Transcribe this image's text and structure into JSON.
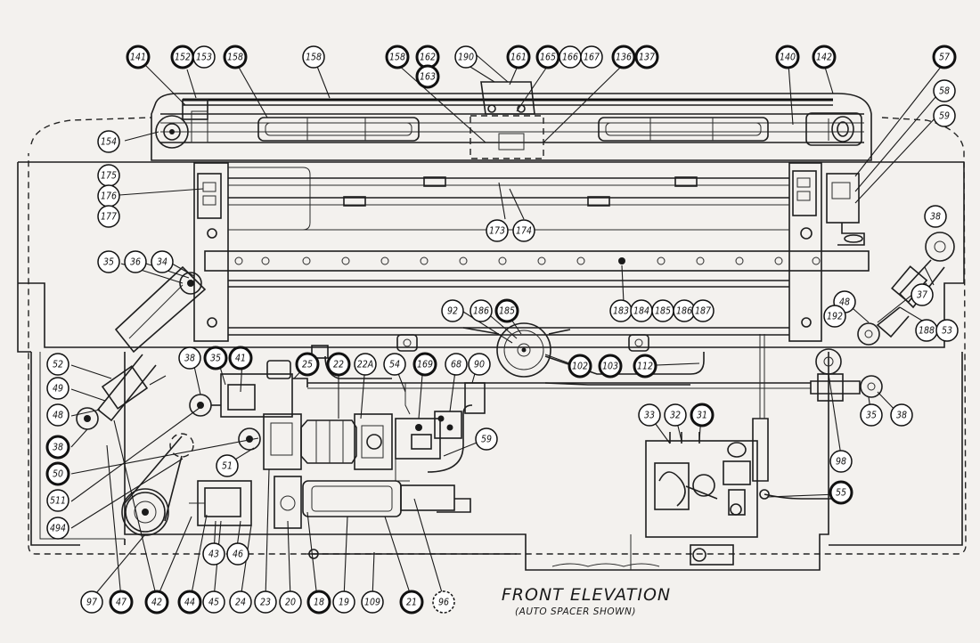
{
  "title": "FRONT ELEVATION",
  "subtitle": "(AUTO SPACER SHOWN)",
  "callouts": [
    "141",
    "152",
    "153",
    "158",
    "158",
    "158",
    "162",
    "163",
    "190",
    "161",
    "165",
    "166",
    "167",
    "136",
    "137",
    "140",
    "142",
    "57",
    "58",
    "59",
    "154",
    "175",
    "176",
    "177",
    "173",
    "174",
    "38",
    "35",
    "36",
    "34",
    "48",
    "192",
    "37",
    "188",
    "53",
    "92",
    "186",
    "185",
    "183",
    "184",
    "185",
    "186",
    "187",
    "102",
    "103",
    "112",
    "52",
    "49",
    "48",
    "38",
    "50",
    "511",
    "494",
    "38",
    "35",
    "41",
    "25",
    "22",
    "22A",
    "54",
    "169",
    "68",
    "90",
    "59",
    "51",
    "33",
    "32",
    "31",
    "55",
    "35",
    "38",
    "98",
    "97",
    "47",
    "42",
    "44",
    "45",
    "43",
    "46",
    "24",
    "23",
    "20",
    "18",
    "19",
    "109",
    "21",
    "96"
  ]
}
